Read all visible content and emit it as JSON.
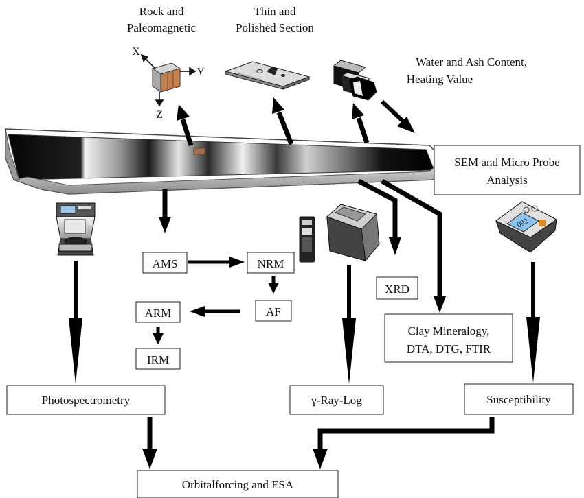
{
  "labels": {
    "rock_line1": "Rock and",
    "rock_line2": "Paleomagnetic",
    "thin_line1": "Thin and",
    "thin_line2": "Polished Section",
    "water_line1": "Water and Ash Content,",
    "water_line2": "Heating Value",
    "sem_line1": "SEM and Micro Probe",
    "sem_line2": "Analysis",
    "axis_x": "X",
    "axis_y": "Y",
    "axis_z": "Z",
    "core_label": "KAP-107",
    "device_readout": "092"
  },
  "boxes": {
    "ams": "AMS",
    "nrm": "NRM",
    "af": "AF",
    "arm": "ARM",
    "irm": "IRM",
    "xrd": "XRD",
    "clay_line1": "Clay Mineralogy,",
    "clay_line2": "DTA, DTG, FTIR",
    "photospectrometry": "Photospectrometry",
    "gamma_ray_log": "γ-Ray-Log",
    "susceptibility": "Susceptibility",
    "orbitalforcing": "Orbitalforcing and ESA"
  }
}
